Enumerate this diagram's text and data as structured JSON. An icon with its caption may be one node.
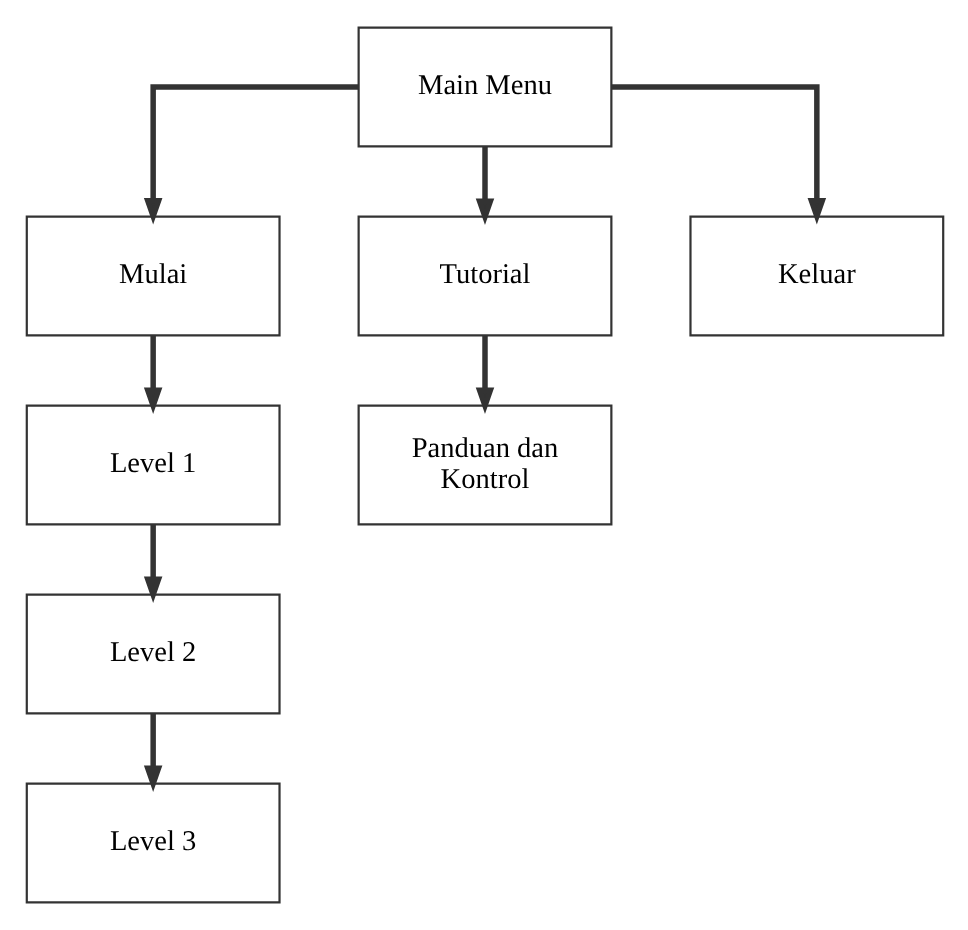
{
  "diagram": {
    "nodes": [
      {
        "text": [
          "Main Menu"
        ]
      },
      {
        "text": [
          "Mulai"
        ]
      },
      {
        "text": [
          "Tutorial"
        ]
      },
      {
        "text": [
          "Keluar"
        ]
      },
      {
        "text": [
          "Level 1"
        ]
      },
      {
        "text": [
          "Panduan dan Kontrol"
        ]
      },
      {
        "text": [
          "Level 2"
        ]
      },
      {
        "text": [
          "Level 3"
        ]
      }
    ],
    "edges": [
      {
        "from": 0,
        "to": 1,
        "arrow": "to"
      },
      {
        "from": 0,
        "to": 2,
        "arrow": "to"
      },
      {
        "from": 0,
        "to": 3,
        "arrow": "to"
      },
      {
        "from": 1,
        "to": 4,
        "arrow": "to"
      },
      {
        "from": 2,
        "to": 5,
        "arrow": "to"
      },
      {
        "from": 4,
        "to": 6,
        "arrow": "to"
      },
      {
        "from": 6,
        "to": 7,
        "arrow": "to"
      }
    ]
  }
}
